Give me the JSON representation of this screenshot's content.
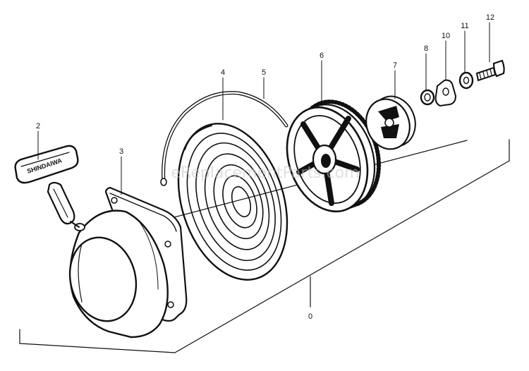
{
  "watermark": "eReplacementParts.com",
  "handle_imprint": "SHINDAIWA",
  "callouts": {
    "c0": "0",
    "c2": "2",
    "c3": "3",
    "c4": "4",
    "c5": "5",
    "c6": "6",
    "c7": "7",
    "c8": "8",
    "c10": "10",
    "c11": "11",
    "c12": "12"
  }
}
